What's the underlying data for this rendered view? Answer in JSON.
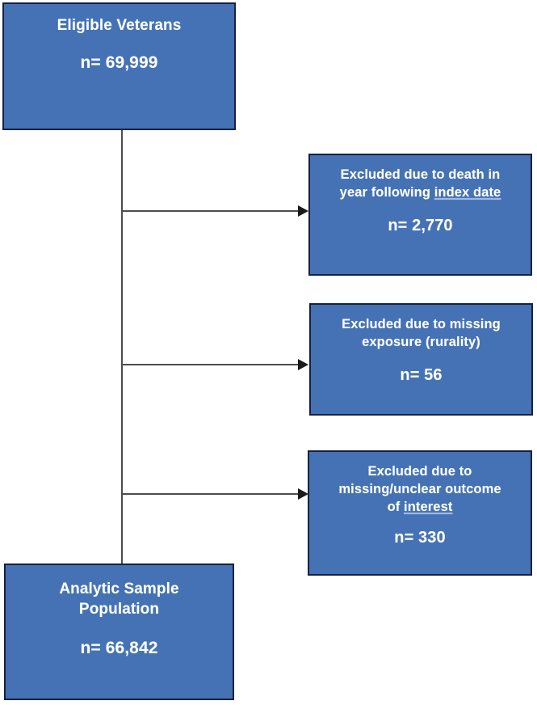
{
  "diagram": {
    "type": "flowchart",
    "subtype": "participant-flow-consort",
    "orientation": "top-to-bottom-with-right-exclusions",
    "palette": {
      "node_fill": "#4472B4",
      "node_border": "#16213f",
      "node_text": "#ffffff",
      "connector": "#4d4d4d",
      "arrowhead": "#1a1a1a",
      "background": "#ffffff",
      "spellcheck_underline": "#9fb9e8"
    },
    "nodes": [
      {
        "id": "eligible",
        "title": "Eligible Veterans",
        "n_label": "n",
        "n_equals": "= 69,999",
        "count": 69999,
        "count_text": "n= 69,999"
      },
      {
        "id": "excl-death",
        "title_line_1": "Excluded due to death in",
        "title_line_2_plain": "year following ",
        "title_line_2_underlined": "index date",
        "n_label": "n",
        "n_equals": "= 2,770",
        "count": 2770,
        "count_text": "n= 2,770"
      },
      {
        "id": "excl-exposure",
        "title_line_1": "Excluded due to missing",
        "title_line_2": "exposure (rurality)",
        "n_label": "n",
        "n_equals": "= 56",
        "count": 56,
        "count_text": "n= 56"
      },
      {
        "id": "excl-outcome",
        "title_line_1": "Excluded due to",
        "title_line_2": "missing/unclear outcome",
        "title_line_3_plain": "of ",
        "title_line_3_underlined": "interest",
        "n_label": "n",
        "n_equals": "= 330",
        "count": 330,
        "count_text": "n= 330"
      },
      {
        "id": "analytic",
        "title_line_1": "Analytic Sample",
        "title_line_2": "Population",
        "n_label": "n",
        "n_equals": "= 66,842",
        "count": 66842,
        "count_text": "n= 66,842"
      }
    ],
    "edges": [
      {
        "id": "edge-1",
        "from": "eligible",
        "to": "excl-death",
        "style": "arrow"
      },
      {
        "id": "edge-2",
        "from": "eligible",
        "to": "excl-exposure",
        "style": "arrow"
      },
      {
        "id": "edge-3",
        "from": "eligible",
        "to": "excl-outcome",
        "style": "arrow"
      },
      {
        "id": "edge-trunk",
        "from": "eligible",
        "to": "analytic",
        "style": "line"
      }
    ]
  }
}
